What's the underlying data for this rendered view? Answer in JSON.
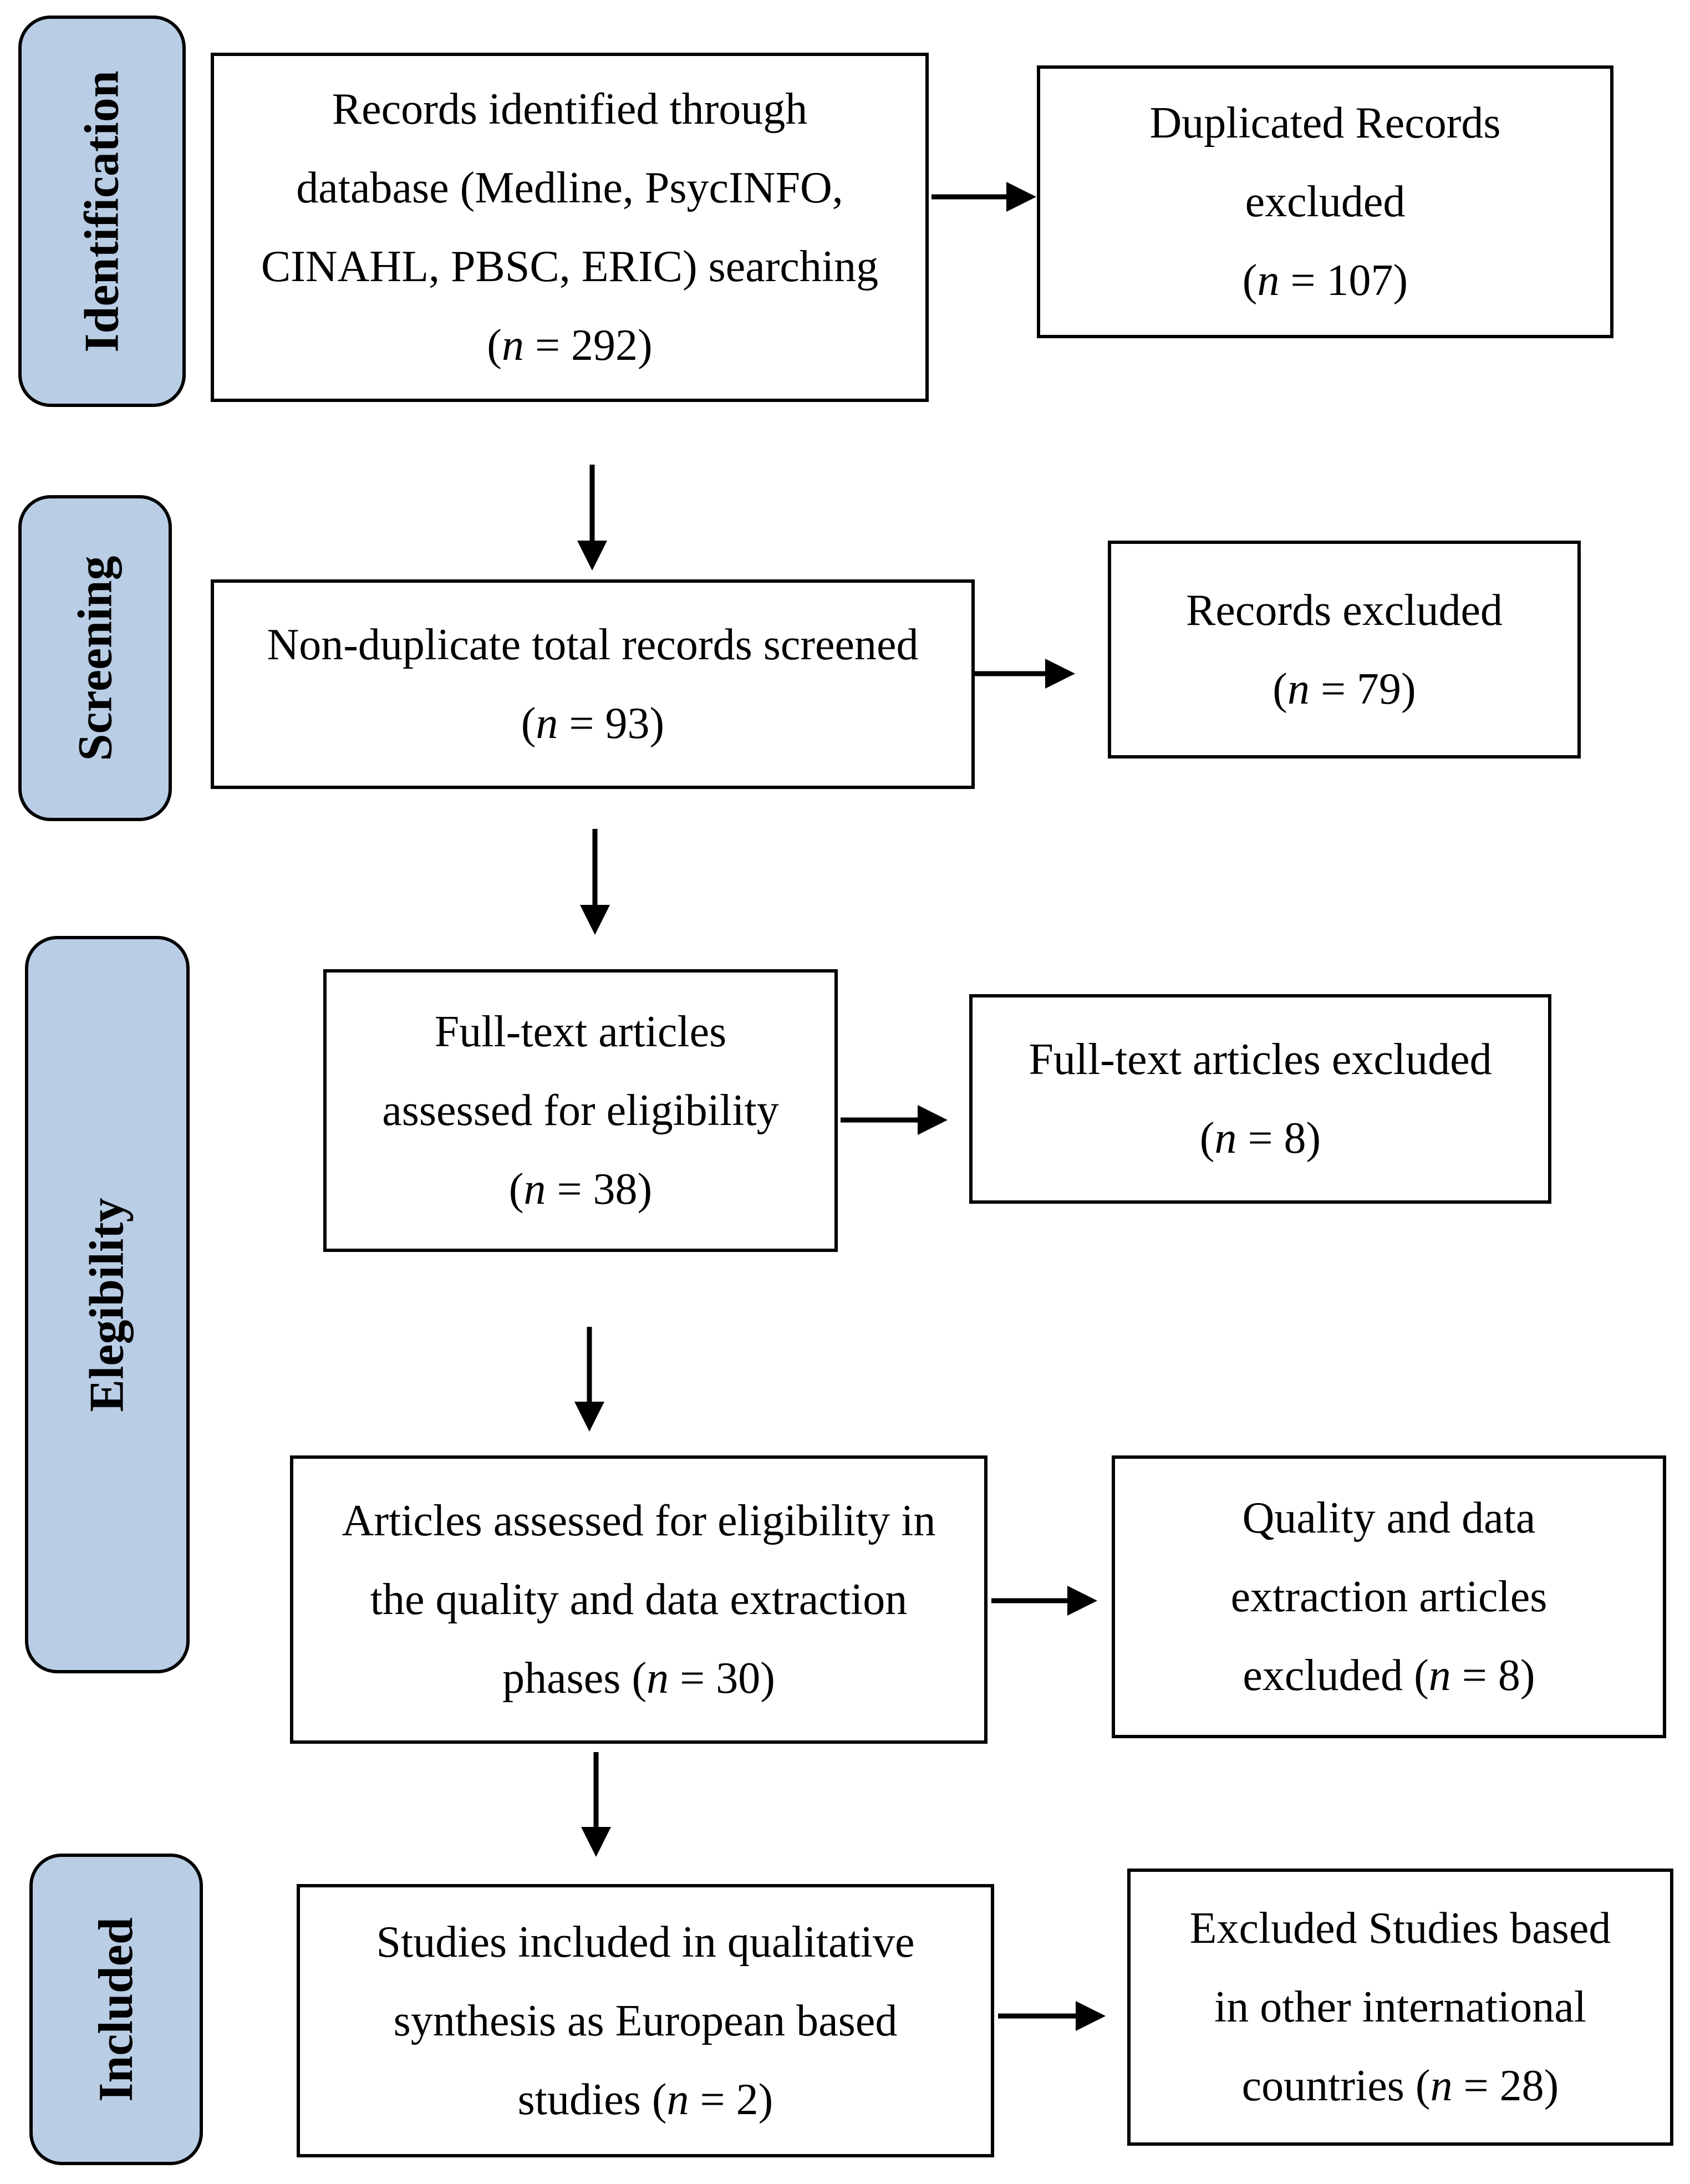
{
  "stages": {
    "identification": "Identification",
    "screening": "Screening",
    "eligibility": "Elegibility",
    "included": "Included"
  },
  "boxes": {
    "identified": [
      "Records identified through",
      "database (Medline, PsycINFO,",
      "CINAHL, PBSC, ERIC) searching",
      "(n = 292)"
    ],
    "duplicates": [
      "Duplicated Records",
      "excluded",
      "(n = 107)"
    ],
    "screened": [
      "Non-duplicate total records screened",
      "(n = 93)"
    ],
    "records_excluded": [
      "Records excluded",
      "(n = 79)"
    ],
    "fulltext": [
      "Full-text articles",
      "assessed for eligibility",
      "(n = 38)"
    ],
    "fulltext_excluded": [
      "Full-text articles excluded",
      "(n = 8)"
    ],
    "quality_assessed": [
      "Articles assessed for eligibility in",
      "the quality and data extraction",
      "phases (n = 30)"
    ],
    "quality_excluded": [
      "Quality and data",
      "extraction articles",
      "excluded (n = 8)"
    ],
    "included": [
      "Studies included in qualitative",
      "synthesis as European based",
      "studies (n = 2)"
    ],
    "international_excluded": [
      "Excluded Studies based",
      "in other international",
      "countries (n = 28)"
    ]
  }
}
